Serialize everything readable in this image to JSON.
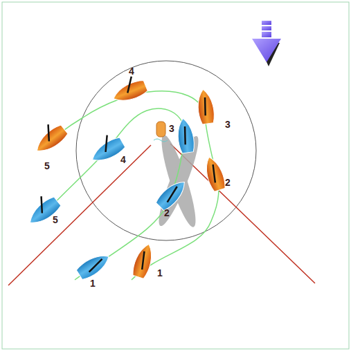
{
  "diagram": {
    "labels": [
      "4",
      "3",
      "3",
      "4",
      "5",
      "2",
      "2",
      "5",
      "1",
      "1"
    ]
  }
}
